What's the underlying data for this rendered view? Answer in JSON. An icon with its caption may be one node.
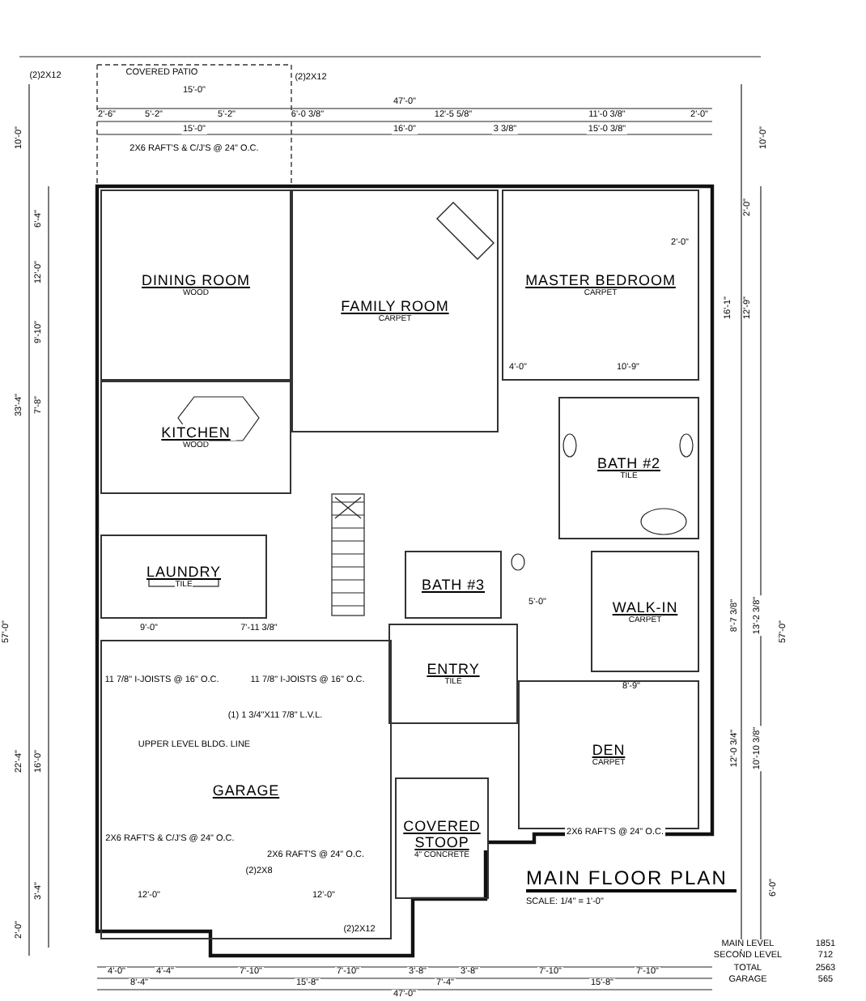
{
  "diagram": {
    "title": "MAIN FLOOR PLAN",
    "caption": "SCALE: 1/4\" = 1'-0\"",
    "nodes": [
      {
        "text": [
          "DINING ROOM",
          "WOOD"
        ]
      },
      {
        "text": [
          "FAMILY ROOM",
          "CARPET"
        ]
      },
      {
        "text": [
          "MASTER BEDROOM",
          "CARPET"
        ]
      },
      {
        "text": [
          "KITCHEN",
          "WOOD"
        ]
      },
      {
        "text": [
          "BATH #2",
          "TILE"
        ]
      },
      {
        "text": [
          "LAUNDRY",
          "TILE"
        ]
      },
      {
        "text": [
          "BATH #3"
        ]
      },
      {
        "text": [
          "WALK-IN",
          "CARPET"
        ]
      },
      {
        "text": [
          "ENTRY",
          "TILE"
        ]
      },
      {
        "text": [
          "DEN",
          "CARPET"
        ]
      },
      {
        "text": [
          "GARAGE"
        ]
      },
      {
        "text": [
          "COVERED STOOP",
          "4\" CONCRETE"
        ]
      }
    ],
    "labels": [
      "(2)2X12",
      "COVERED PATIO",
      "(2)2X12",
      "15'-0\"",
      "47'-0\"",
      "2'-6\"",
      "5'-2\"",
      "5'-2\"",
      "6'-0 3/8\"",
      "12'-5 5/8\"",
      "11'-0 3/8\"",
      "2'-0\"",
      "15'-0\"",
      "16'-0\"",
      "3 3/8\"",
      "15'-0 3/8\"",
      "2X6 RAFT'S & C/J'S @ 24\" O.C.",
      "10'-0\"",
      "6'-4\"",
      "12'-0\"",
      "9'-10\"",
      "33'-4\"",
      "7'-8\"",
      "57'-0\"",
      "22'-4\"",
      "16'-0\"",
      "3'-4\"",
      "2'-0\"",
      "10'-0\"",
      "2'-0\"",
      "16'-1\"",
      "12'-9\"",
      "57'-0\"",
      "8'-7 3/8\"",
      "13'-2 3/8\"",
      "12'-0 3/4\"",
      "10'-10 3/8\"",
      "6'-0\"",
      "9'-0\"",
      "7'-11 3/8\"",
      "10'-9\"",
      "2'-0\"",
      "4'-0\"",
      "12'-0\"",
      "12'-0\"",
      "8'-9\"",
      "5'-0\"",
      "4'-0\"",
      "4'-4\"",
      "7'-10\"",
      "7'-10\"",
      "3'-8\"",
      "3'-8\"",
      "7'-10\"",
      "7'-10\"",
      "8'-4\"",
      "15'-8\"",
      "7'-4\"",
      "15'-8\"",
      "47'-0\"",
      "11 7/8\" I-JOISTS @ 16\" O.C.",
      "11 7/8\" I-JOISTS @ 16\" O.C.",
      "(1) 1 3/4\"X11 7/8\" L.V.L.",
      "UPPER LEVEL BLDG. LINE",
      "(2)2X8",
      "(2)2X12",
      "2X6 RAFT'S & C/J'S @ 24\" O.C.",
      "2X6 RAFT'S @ 24\" O.C.",
      "2X6 RAFT'S @ 24\" O.C.",
      "MAIN LEVEL",
      "1851",
      "SECOND LEVEL",
      "712",
      "TOTAL",
      "2563",
      "GARAGE",
      "565"
    ]
  }
}
